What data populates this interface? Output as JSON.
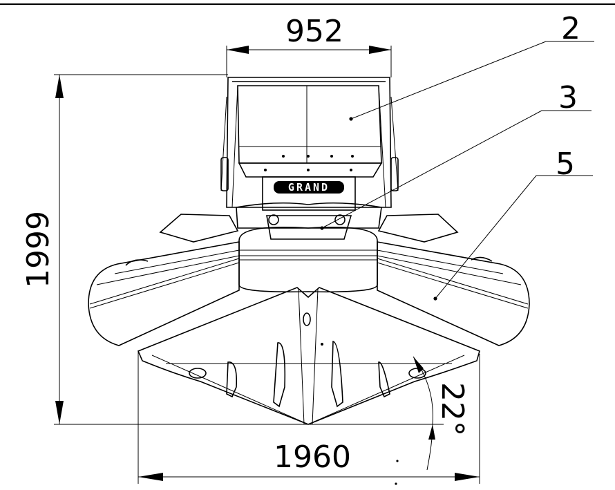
{
  "dimensions": {
    "top_width": "952",
    "height": "1999",
    "bottom_width": "1960",
    "angle": "22°"
  },
  "callouts": [
    "2",
    "3",
    "5"
  ],
  "logo": "GRAND"
}
